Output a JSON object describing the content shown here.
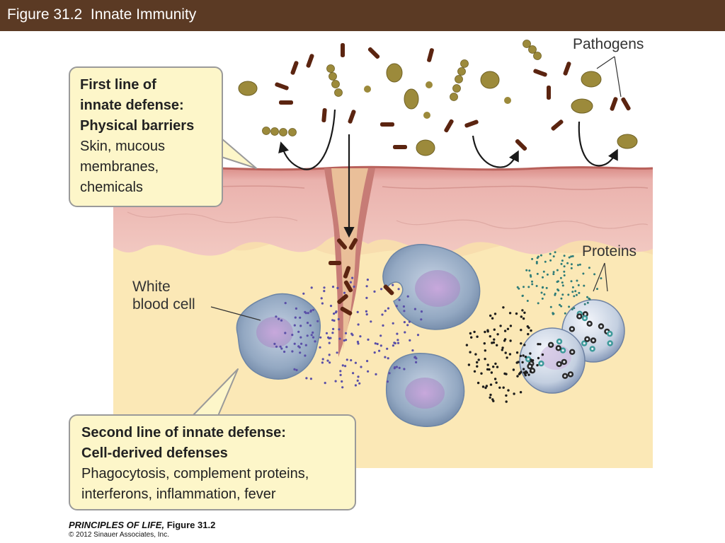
{
  "header": {
    "title": "Figure 31.2  Innate Immunity"
  },
  "callouts": {
    "first": {
      "heading": [
        "First line of",
        "innate defense:",
        "Physical barriers"
      ],
      "body": [
        "Skin, mucous",
        "membranes,",
        "chemicals"
      ]
    },
    "second": {
      "heading": [
        "Second line of innate defense:",
        "Cell-derived defenses"
      ],
      "body": [
        "Phagocytosis, complement proteins,",
        "interferons, inflammation, fever"
      ]
    }
  },
  "labels": {
    "pathogens": "Pathogens",
    "proteins": "Proteins",
    "white_blood_cell": [
      "White",
      "blood cell"
    ]
  },
  "credit": {
    "book": "PRINCIPLES OF LIFE,",
    "figure": " Figure 31.2",
    "copyright": "© 2012 Sinauer Associates, Inc."
  },
  "colors": {
    "title_bar": "#5b3a24",
    "callout_fill": "#fdf6c9",
    "skin": "#e8aaa4",
    "dermis": "#fbe7b5",
    "pathogen_round": "#9b8a3c",
    "pathogen_rod": "#5a2410",
    "cell": "#9aaec6",
    "nucleus": "#b49ad0"
  }
}
